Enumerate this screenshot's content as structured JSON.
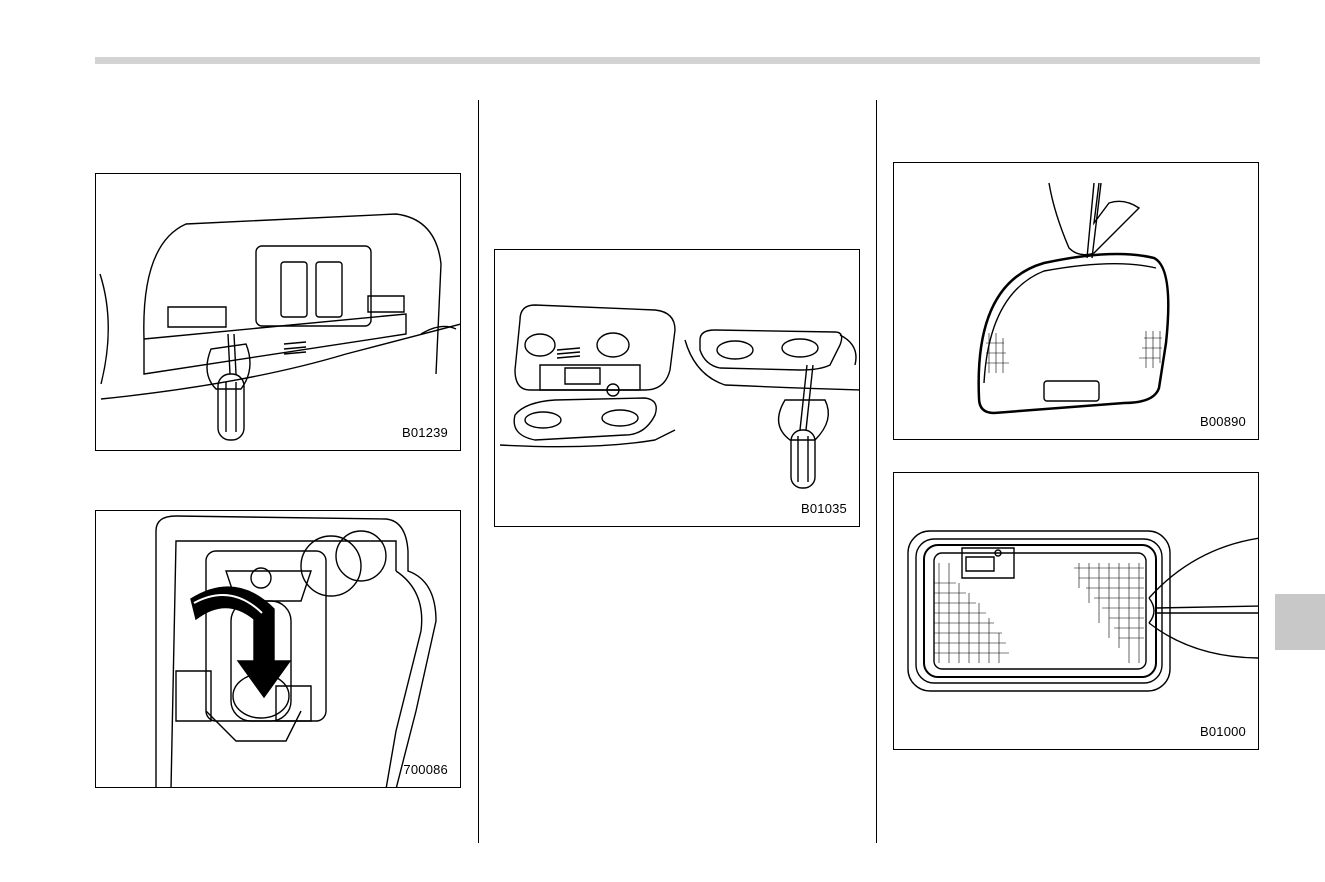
{
  "figures": [
    {
      "code": "B01239"
    },
    {
      "code": "700086"
    },
    {
      "code": "B01035"
    },
    {
      "code": "B00890"
    },
    {
      "code": "B01000"
    }
  ]
}
